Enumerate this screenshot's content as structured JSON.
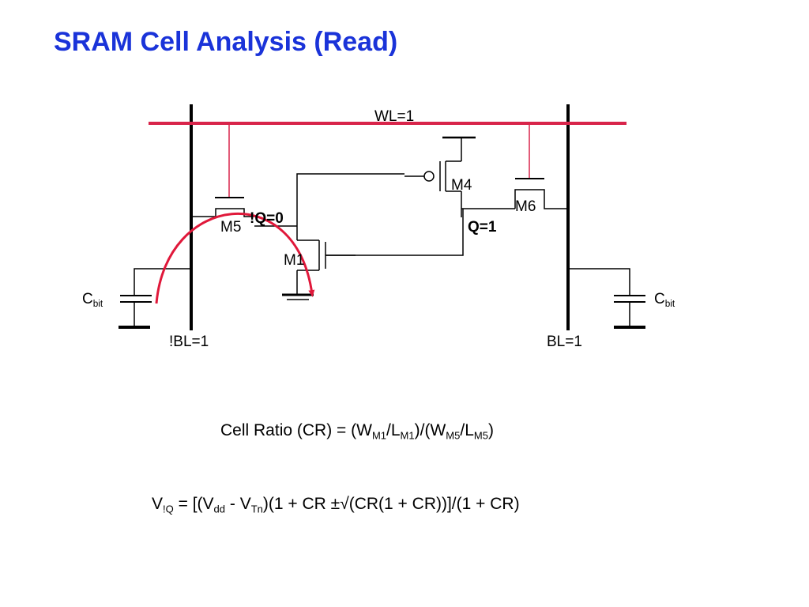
{
  "title": "SRAM Cell Analysis (Read)",
  "colors": {
    "title": "#1a33d9",
    "wordline": "#d8244a",
    "wire": "#000000",
    "arrow": "#e0183a"
  },
  "labels": {
    "wl": "WL=1",
    "m4": "M4",
    "m6": "M6",
    "m5": "M5",
    "m1": "M1",
    "nq": "!Q=0",
    "q": "Q=1",
    "blb": "!BL=1",
    "bl": "BL=1",
    "cbit_left": {
      "main": "C",
      "sub": "bit"
    },
    "cbit_right": {
      "main": "C",
      "sub": "bit"
    }
  },
  "equations": {
    "cell_ratio": {
      "lead": "Cell Ratio (CR) = (W",
      "s1": "M1",
      "p2": "/L",
      "s2": "M1",
      "p3": ")/(W",
      "s3": "M5",
      "p4": "/L",
      "s4": "M5",
      "tail": ")"
    },
    "v_nq": {
      "lead": "V",
      "s1": "!Q",
      "p2": " = [(V",
      "s2": "dd",
      "p3": " - V",
      "s3": "Tn",
      "tail": ")(1 + CR ±√(CR(1 + CR))]/(1 + CR)"
    }
  }
}
